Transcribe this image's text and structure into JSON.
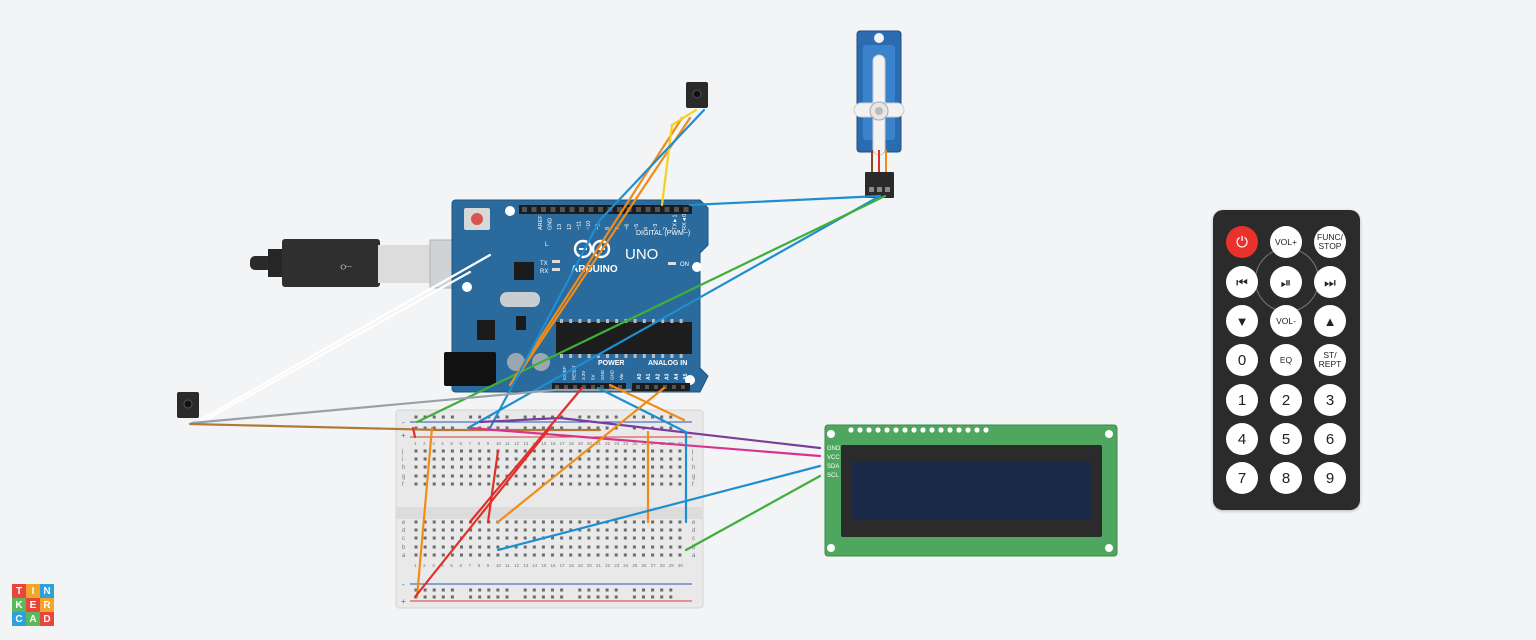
{
  "app": {
    "logo_letters": [
      "T",
      "I",
      "N",
      "K",
      "E",
      "R",
      "C",
      "A",
      "D"
    ],
    "logo_colors": [
      "#e8463a",
      "#f5a42a",
      "#2fa0d8",
      "#5cb85c",
      "#e8463a",
      "#f5a42a",
      "#2fa0d8",
      "#5cb85c",
      "#e8463a"
    ]
  },
  "arduino": {
    "brand": "ARDUINO",
    "model": "UNO",
    "digital_label": "DIGITAL (PWM~)",
    "power_label": "POWER",
    "analog_label": "ANALOG IN",
    "tx_label": "TX",
    "rx_label": "RX",
    "on_label": "ON",
    "l_label": "L",
    "digital_pins": [
      "AREF",
      "GND",
      "13",
      "12",
      "~11",
      "~10",
      "~9",
      "8",
      "7",
      "~6",
      "~5",
      "4",
      "~3",
      "2",
      "TX►1",
      "RX◄0"
    ],
    "power_pins": [
      "IOREF",
      "RESET",
      "3.3V",
      "5V",
      "GND",
      "GND",
      "Vin"
    ],
    "analog_pins": [
      "A0",
      "A1",
      "A2",
      "A3",
      "A4",
      "A5"
    ]
  },
  "lcd": {
    "pins": [
      "GND",
      "VCC",
      "SDA",
      "SCL"
    ]
  },
  "breadboard": {
    "column_numbers": [
      "1",
      "2",
      "3",
      "4",
      "5",
      "6",
      "7",
      "8",
      "9",
      "10",
      "11",
      "12",
      "13",
      "14",
      "15",
      "16",
      "17",
      "18",
      "19",
      "20",
      "21",
      "22",
      "23",
      "24",
      "25",
      "26",
      "27",
      "28",
      "29",
      "30"
    ],
    "row_letters_top": [
      "j",
      "i",
      "h",
      "g",
      "f"
    ],
    "row_letters_bottom": [
      "e",
      "d",
      "c",
      "b",
      "a"
    ],
    "rail_minus": "-",
    "rail_plus": "+"
  },
  "remote": {
    "buttons": [
      {
        "label": "⏻",
        "kind": "power"
      },
      {
        "label": "VOL+",
        "kind": "small"
      },
      {
        "label": "FUNC/STOP",
        "kind": "small"
      },
      {
        "label": "⏮",
        "kind": "dark"
      },
      {
        "label": "⏯",
        "kind": "dark"
      },
      {
        "label": "⏭",
        "kind": "dark"
      },
      {
        "label": "▼",
        "kind": "dark"
      },
      {
        "label": "VOL-",
        "kind": "small"
      },
      {
        "label": "▲",
        "kind": "dark"
      },
      {
        "label": "0",
        "kind": "num"
      },
      {
        "label": "EQ",
        "kind": "small"
      },
      {
        "label": "ST/REPT",
        "kind": "small"
      },
      {
        "label": "1",
        "kind": "num"
      },
      {
        "label": "2",
        "kind": "num"
      },
      {
        "label": "3",
        "kind": "num"
      },
      {
        "label": "4",
        "kind": "num"
      },
      {
        "label": "5",
        "kind": "num"
      },
      {
        "label": "6",
        "kind": "num"
      },
      {
        "label": "7",
        "kind": "num"
      },
      {
        "label": "8",
        "kind": "num"
      },
      {
        "label": "9",
        "kind": "num"
      }
    ]
  },
  "wire_colors": {
    "blue": "#1d8fd0",
    "orange": "#f08c1a",
    "red": "#e0302a",
    "green": "#3fae3a",
    "yellow": "#f2d21b",
    "purple": "#7b3d9e",
    "magenta": "#d8348e",
    "gray": "#9aa0a6",
    "white": "#ffffff",
    "brown": "#b0793a"
  }
}
